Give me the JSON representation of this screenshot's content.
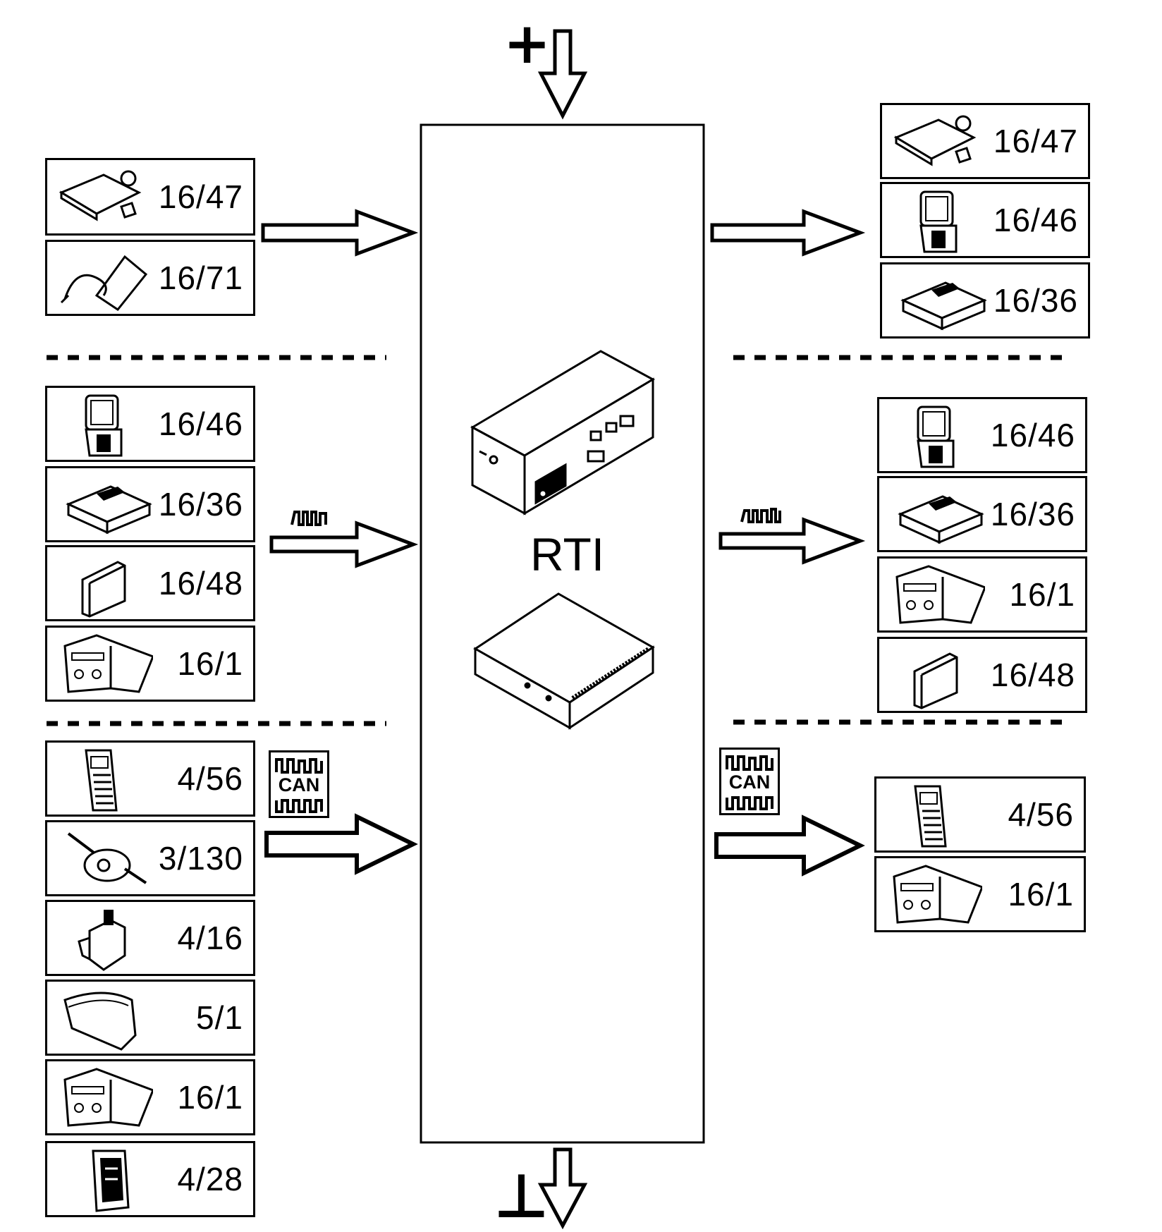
{
  "center": {
    "label": "RTI"
  },
  "power": {
    "plus": "+",
    "ground": "⊥"
  },
  "can_label": "CAN",
  "inputs": {
    "group1": [
      {
        "label": "16/47",
        "icon": "sensor-module-icon"
      },
      {
        "label": "16/71",
        "icon": "antenna-cable-icon"
      }
    ],
    "group2": [
      {
        "label": "16/46",
        "icon": "display-unit-icon"
      },
      {
        "label": "16/36",
        "icon": "control-module-flat-icon"
      },
      {
        "label": "16/48",
        "icon": "card-module-icon"
      },
      {
        "label": "16/1",
        "icon": "radio-unit-icon"
      }
    ],
    "group3": [
      {
        "label": "4/56",
        "icon": "remote-control-icon"
      },
      {
        "label": "3/130",
        "icon": "steering-switch-icon"
      },
      {
        "label": "4/16",
        "icon": "gear-selector-icon"
      },
      {
        "label": "5/1",
        "icon": "instrument-cluster-icon"
      },
      {
        "label": "16/1",
        "icon": "radio-unit-icon"
      },
      {
        "label": "4/28",
        "icon": "control-unit-icon"
      }
    ]
  },
  "outputs": {
    "group1": [
      {
        "label": "16/47",
        "icon": "sensor-module-icon"
      },
      {
        "label": "16/46",
        "icon": "display-unit-icon"
      },
      {
        "label": "16/36",
        "icon": "control-module-flat-icon"
      }
    ],
    "group2": [
      {
        "label": "16/46",
        "icon": "display-unit-icon"
      },
      {
        "label": "16/36",
        "icon": "control-module-flat-icon"
      },
      {
        "label": "16/1",
        "icon": "radio-unit-icon"
      },
      {
        "label": "16/48",
        "icon": "card-module-icon"
      }
    ],
    "group3": [
      {
        "label": "4/56",
        "icon": "remote-control-icon"
      },
      {
        "label": "16/1",
        "icon": "radio-unit-icon"
      }
    ]
  }
}
